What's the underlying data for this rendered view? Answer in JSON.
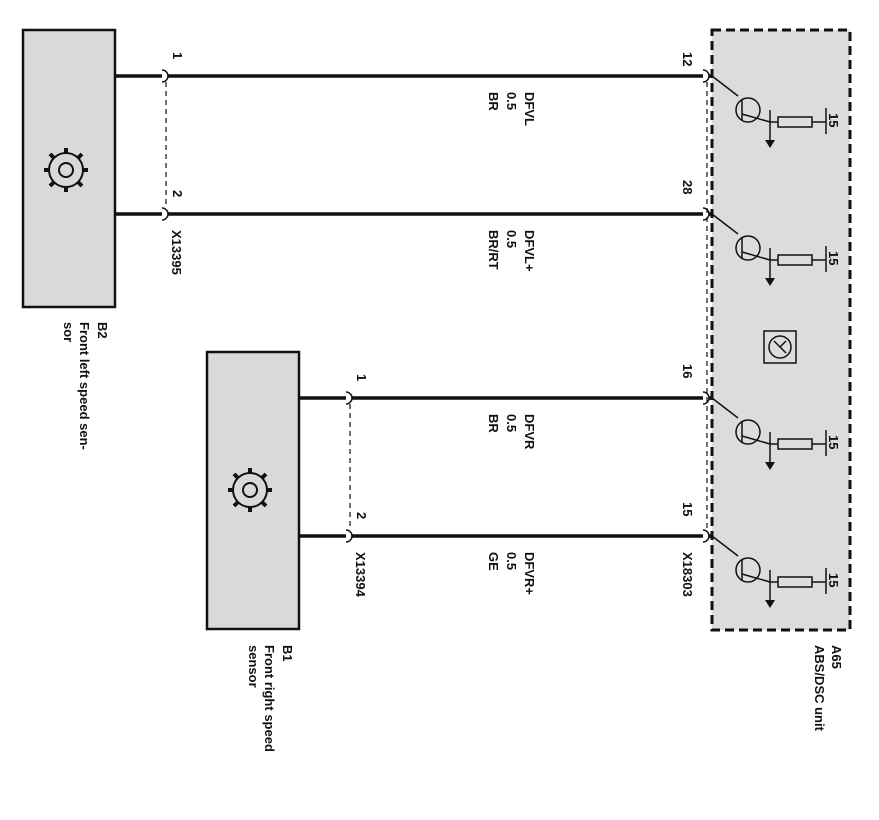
{
  "components": {
    "b2": {
      "id": "B2",
      "name_line1": "Front left speed sen-",
      "name_line2": "sor"
    },
    "b1": {
      "id": "B1",
      "name_line1": "Front right speed",
      "name_line2": "sensor"
    },
    "a65": {
      "id": "A65",
      "name": "ABS/DSC unit"
    }
  },
  "connectors": {
    "x13395": "X13395",
    "x13394": "X13394",
    "x18303": "X18303"
  },
  "wires": [
    {
      "sensor_pin": "1",
      "unit_pin": "12",
      "signal": "DFVL",
      "size": "0.5",
      "color": "BR"
    },
    {
      "sensor_pin": "2",
      "unit_pin": "28",
      "signal": "DFVL+",
      "size": "0.5",
      "color": "BR/RT"
    },
    {
      "sensor_pin": "1",
      "unit_pin": "16",
      "signal": "DFVR",
      "size": "0.5",
      "color": "BR"
    },
    {
      "sensor_pin": "2",
      "unit_pin": "15",
      "signal": "DFVR+",
      "size": "0.5",
      "color": "GE"
    }
  ],
  "supply_terminal": "15",
  "icons": [
    "gear-sensor-icon",
    "transistor-icon",
    "ground-arrow-icon",
    "resistor-icon",
    "control-unit-symbol-icon"
  ]
}
